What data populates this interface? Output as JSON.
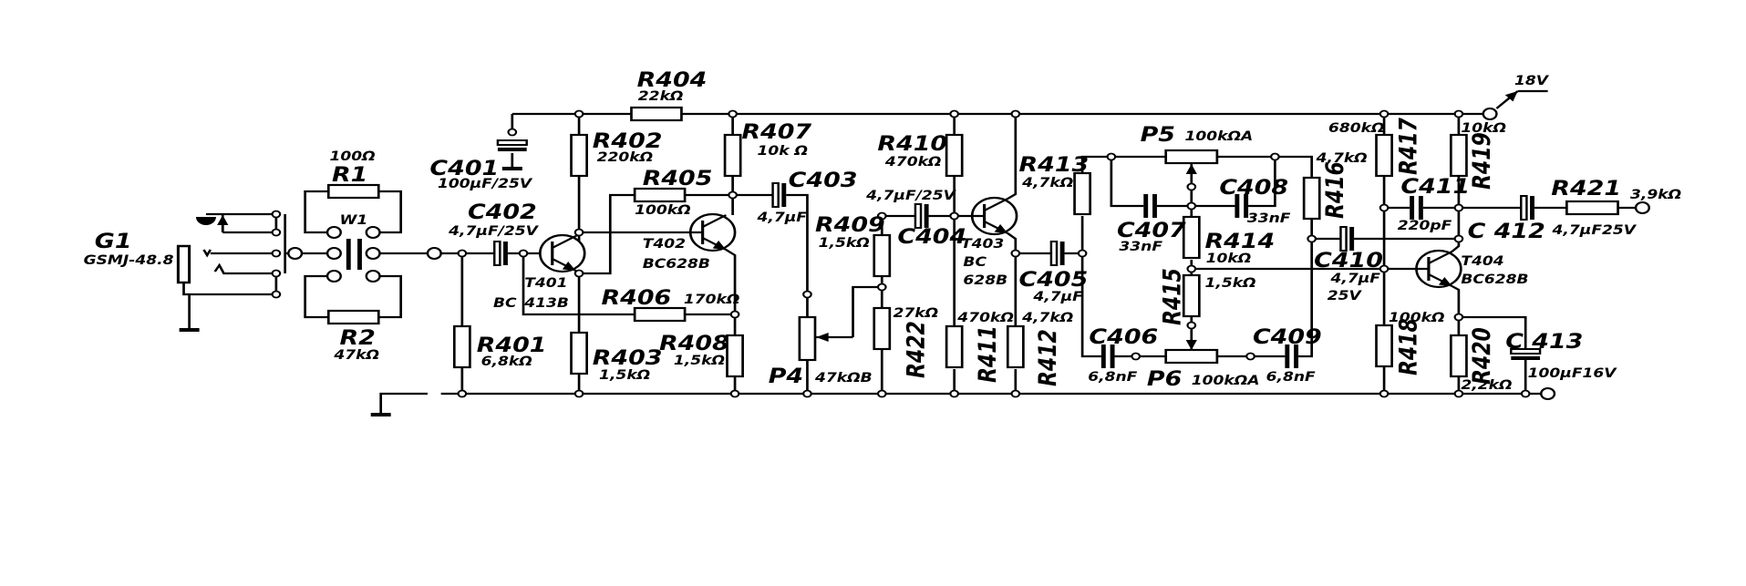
{
  "source": {
    "ref": "G1",
    "type": "GSMJ-48.8"
  },
  "transformer": {
    "ref": "W1"
  },
  "supply": {
    "voltage": "18V"
  },
  "components": {
    "R1": {
      "ref": "R1",
      "value": "100Ω"
    },
    "R2": {
      "ref": "R2",
      "value": "47kΩ"
    },
    "R401": {
      "ref": "R401",
      "value": "6,8kΩ"
    },
    "R402": {
      "ref": "R402",
      "value": "220kΩ"
    },
    "R403": {
      "ref": "R403",
      "value": "1,5kΩ"
    },
    "R404": {
      "ref": "R404",
      "value": "22kΩ"
    },
    "R405": {
      "ref": "R405",
      "value": "100kΩ"
    },
    "R406": {
      "ref": "R406",
      "value": "170kΩ"
    },
    "R407": {
      "ref": "R407",
      "value": "10k Ω"
    },
    "R408": {
      "ref": "R408",
      "value": "1,5kΩ"
    },
    "R409": {
      "ref": "R409",
      "value": "1,5kΩ"
    },
    "R410": {
      "ref": "R410",
      "value": "470kΩ"
    },
    "R411": {
      "ref": "R411",
      "value": "470kΩ"
    },
    "R412": {
      "ref": "R412",
      "value": "4,7kΩ"
    },
    "R413": {
      "ref": "R413",
      "value": "4,7kΩ"
    },
    "R414": {
      "ref": "R414",
      "value": "10kΩ"
    },
    "R415": {
      "ref": "R415",
      "value": "1,5kΩ"
    },
    "R416": {
      "ref": "R416",
      "value": "4,7kΩ"
    },
    "R417": {
      "ref": "R417",
      "value": "680kΩ"
    },
    "R418": {
      "ref": "R418",
      "value": "100kΩ"
    },
    "R419": {
      "ref": "R419",
      "value": "10kΩ"
    },
    "R420": {
      "ref": "R420",
      "value": "2,2kΩ"
    },
    "R421": {
      "ref": "R421",
      "value": "3,9kΩ"
    },
    "R422": {
      "ref": "R422",
      "value": "27kΩ"
    },
    "P4": {
      "ref": "P4",
      "value": "47kΩB"
    },
    "P5": {
      "ref": "P5",
      "value": "100kΩA"
    },
    "P6": {
      "ref": "P6",
      "value": "100kΩA"
    },
    "C401": {
      "ref": "C401",
      "value": "100µF/25V"
    },
    "C402": {
      "ref": "C402",
      "value": "4,7µF/25V"
    },
    "C403": {
      "ref": "C403",
      "value": "4,7µF"
    },
    "C404": {
      "ref": "C404",
      "value": "4,7µF/25V"
    },
    "C405": {
      "ref": "C405",
      "value": "4,7µF"
    },
    "C406": {
      "ref": "C406",
      "value": "6,8nF"
    },
    "C407": {
      "ref": "C407",
      "value": "33nF"
    },
    "C408": {
      "ref": "C408",
      "value": "33nF"
    },
    "C409": {
      "ref": "C409",
      "value": "6,8nF"
    },
    "C410": {
      "ref": "C410",
      "value": "4,7µF",
      "value2": "25V"
    },
    "C411": {
      "ref": "C411",
      "value": "220pF"
    },
    "C412": {
      "ref": "C 412",
      "value": "4,7µF25V"
    },
    "C413": {
      "ref": "C 413",
      "value": "100µF16V"
    },
    "T401": {
      "ref": "T401",
      "type_a": "BC",
      "type_b": "413B"
    },
    "T402": {
      "ref": "T402",
      "type": "BC628B"
    },
    "T403": {
      "ref": "T403",
      "type_a": "BC",
      "type_b": "628B"
    },
    "T404": {
      "ref": "T404",
      "type": "BC628B"
    }
  }
}
